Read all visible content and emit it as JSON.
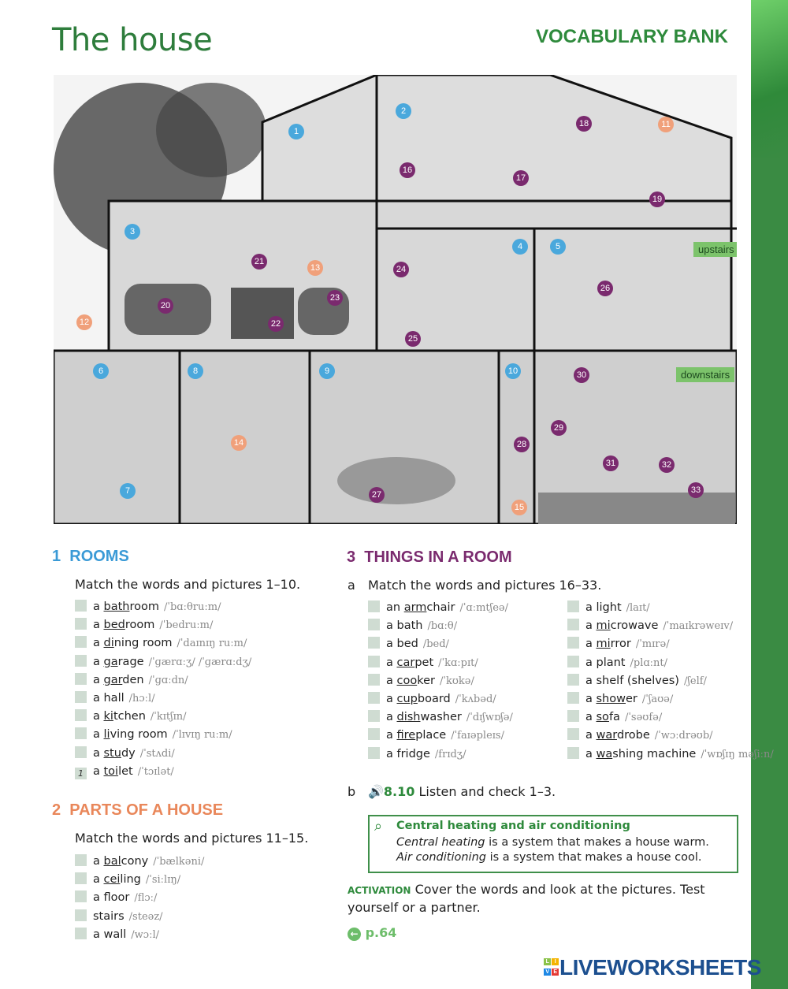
{
  "header": {
    "title": "The house",
    "section": "VOCABULARY BANK"
  },
  "illustration": {
    "colors": {
      "rooms": "#4aa8dc",
      "parts": "#f0a07a",
      "things": "#7a2a6e"
    },
    "markers": [
      "1",
      "2",
      "3",
      "4",
      "5",
      "6",
      "7",
      "8",
      "9",
      "10",
      "11",
      "12",
      "13",
      "14",
      "15",
      "16",
      "17",
      "18",
      "19",
      "20",
      "21",
      "22",
      "23",
      "24",
      "25",
      "26",
      "27",
      "28",
      "29",
      "30",
      "31",
      "32",
      "33"
    ],
    "upstairs": "upstairs",
    "downstairs": "downstairs"
  },
  "rooms": {
    "number": "1",
    "title": "ROOMS",
    "instruction": "Match the words and pictures 1–10.",
    "items": [
      {
        "pre": "a ",
        "u": "bath",
        "post": "room",
        "ipa": "/ˈbɑːθruːm/",
        "answer": ""
      },
      {
        "pre": "a ",
        "u": "bed",
        "post": "room",
        "ipa": "/ˈbedruːm/",
        "answer": ""
      },
      {
        "pre": "a ",
        "u": "di",
        "post": "ning room",
        "ipa": "/ˈdaɪnɪŋ ruːm/",
        "answer": ""
      },
      {
        "pre": "a ",
        "u": "ga",
        "post": "rage",
        "ipa": "/ˈɡærɑːʒ/ /ˈɡærɑːdʒ/",
        "answer": ""
      },
      {
        "pre": "a ",
        "u": "gar",
        "post": "den",
        "ipa": "/ˈɡɑːdn/",
        "answer": ""
      },
      {
        "pre": "a hall",
        "u": "",
        "post": "",
        "ipa": "/hɔːl/",
        "answer": ""
      },
      {
        "pre": "a ",
        "u": "ki",
        "post": "tchen",
        "ipa": "/ˈkɪtʃɪn/",
        "answer": ""
      },
      {
        "pre": "a ",
        "u": "li",
        "post": "ving room",
        "ipa": "/ˈlɪvɪŋ ruːm/",
        "answer": ""
      },
      {
        "pre": "a ",
        "u": "stu",
        "post": "dy",
        "ipa": "/ˈstʌdi/",
        "answer": ""
      },
      {
        "pre": "a ",
        "u": "toi",
        "post": "let",
        "ipa": "/ˈtɔɪlət/",
        "answer": "1"
      }
    ]
  },
  "parts": {
    "number": "2",
    "title": "PARTS OF A HOUSE",
    "instruction": "Match the words and pictures 11–15.",
    "items": [
      {
        "pre": "a ",
        "u": "bal",
        "post": "cony",
        "ipa": "/ˈbælkəni/",
        "answer": ""
      },
      {
        "pre": "a ",
        "u": "cei",
        "post": "ling",
        "ipa": "/ˈsiːlɪŋ/",
        "answer": ""
      },
      {
        "pre": "a floor",
        "u": "",
        "post": "",
        "ipa": "/flɔː/",
        "answer": ""
      },
      {
        "pre": "stairs",
        "u": "",
        "post": "",
        "ipa": "/steəz/",
        "answer": ""
      },
      {
        "pre": "a wall",
        "u": "",
        "post": "",
        "ipa": "/wɔːl/",
        "answer": ""
      }
    ]
  },
  "things": {
    "number": "3",
    "title": "THINGS IN A ROOM",
    "part_a": "a",
    "instruction": "Match the words and pictures 16–33.",
    "left": [
      {
        "pre": "an ",
        "u": "arm",
        "post": "chair",
        "ipa": "/ˈɑːmtʃeə/",
        "answer": ""
      },
      {
        "pre": "a bath",
        "u": "",
        "post": "",
        "ipa": "/bɑːθ/",
        "answer": ""
      },
      {
        "pre": "a bed",
        "u": "",
        "post": "",
        "ipa": "/bed/",
        "answer": ""
      },
      {
        "pre": "a ",
        "u": "car",
        "post": "pet",
        "ipa": "/ˈkɑːpɪt/",
        "answer": ""
      },
      {
        "pre": "a ",
        "u": "coo",
        "post": "ker",
        "ipa": "/ˈkʊkə/",
        "answer": ""
      },
      {
        "pre": "a ",
        "u": "cup",
        "post": "board",
        "ipa": "/ˈkʌbəd/",
        "answer": ""
      },
      {
        "pre": "a ",
        "u": "dish",
        "post": "washer",
        "ipa": "/ˈdɪʃwɒʃə/",
        "answer": ""
      },
      {
        "pre": "a ",
        "u": "fire",
        "post": "place",
        "ipa": "/ˈfaɪəpleɪs/",
        "answer": ""
      },
      {
        "pre": "a fridge",
        "u": "",
        "post": "",
        "ipa": "/frɪdʒ/",
        "answer": ""
      }
    ],
    "right": [
      {
        "pre": "a light",
        "u": "",
        "post": "",
        "ipa": "/laɪt/",
        "answer": ""
      },
      {
        "pre": "a ",
        "u": "mi",
        "post": "crowave",
        "ipa": "/ˈmaɪkrəweɪv/",
        "answer": ""
      },
      {
        "pre": "a ",
        "u": "mi",
        "post": "rror",
        "ipa": "/ˈmɪrə/",
        "answer": ""
      },
      {
        "pre": "a plant",
        "u": "",
        "post": "",
        "ipa": "/plɑːnt/",
        "answer": ""
      },
      {
        "pre": "a shelf (shelves)",
        "u": "",
        "post": "",
        "ipa": "/ʃelf/",
        "answer": ""
      },
      {
        "pre": "a ",
        "u": "show",
        "post": "er",
        "ipa": "/ˈʃaʊə/",
        "answer": ""
      },
      {
        "pre": "a ",
        "u": "so",
        "post": "fa",
        "ipa": "/ˈsəʊfə/",
        "answer": ""
      },
      {
        "pre": "a ",
        "u": "war",
        "post": "drobe",
        "ipa": "/ˈwɔːdrəʊb/",
        "answer": ""
      },
      {
        "pre": "a ",
        "u": "wa",
        "post": "shing machine",
        "ipa": "/ˈwɒʃɪŋ məʃiːn/",
        "answer": ""
      }
    ],
    "part_b": "b",
    "audio": "8.10",
    "listen": "Listen and check 1–3.",
    "note": {
      "title": "Central heating and air conditioning",
      "line1_term": "Central heating",
      "line1_rest": " is a system that makes a house warm.",
      "line2_term": "Air conditioning",
      "line2_rest": " is a system that makes a house cool."
    },
    "activation_label": "ACTIVATION",
    "activation": "Cover the words and look at the pictures. Test yourself or a partner.",
    "page_ref": "p.64"
  },
  "watermark": "LIVEWORKSHEETS"
}
